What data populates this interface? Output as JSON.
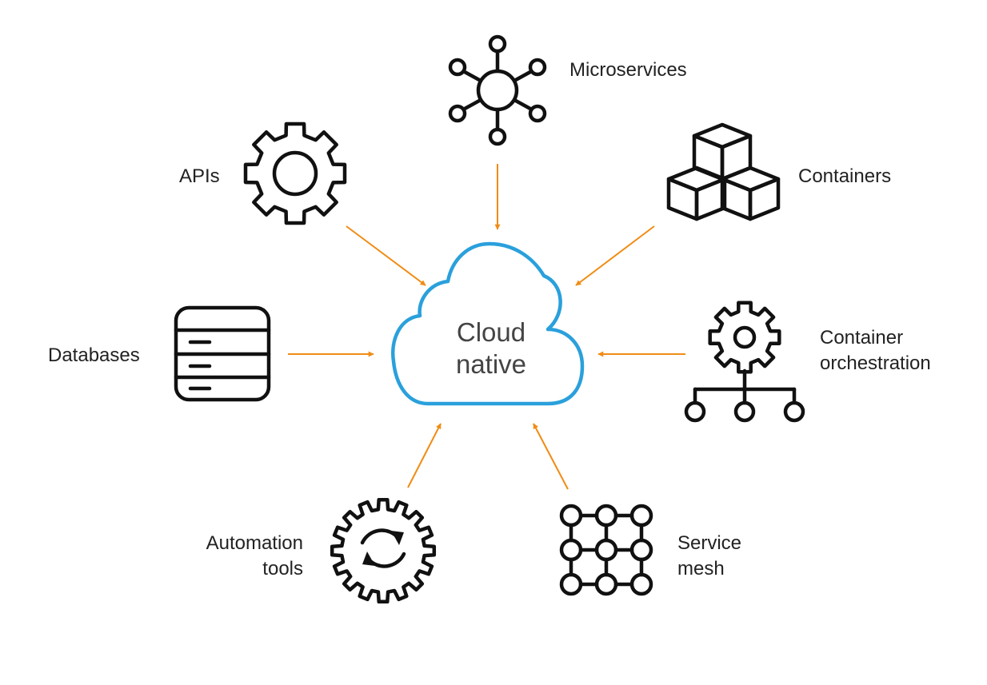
{
  "center": {
    "line1": "Cloud",
    "line2": "native"
  },
  "nodes": {
    "microservices": {
      "label": "Microservices",
      "icon": "microservices-hub-icon"
    },
    "apis": {
      "label": "APIs",
      "icon": "gear-icon"
    },
    "containers": {
      "label": "Containers",
      "icon": "stacked-cubes-icon"
    },
    "databases": {
      "label": "Databases",
      "icon": "database-icon"
    },
    "orchestration": {
      "line1": "Container",
      "line2": "orchestration",
      "icon": "gear-hierarchy-icon"
    },
    "automation": {
      "line1": "Automation",
      "line2": "tools",
      "icon": "gear-sync-icon"
    },
    "mesh": {
      "line1": "Service",
      "line2": "mesh",
      "icon": "node-grid-icon"
    }
  },
  "colors": {
    "cloud_stroke": "#2aa0dc",
    "arrow": "#f08c14",
    "icon": "#111111",
    "label": "#222222"
  }
}
